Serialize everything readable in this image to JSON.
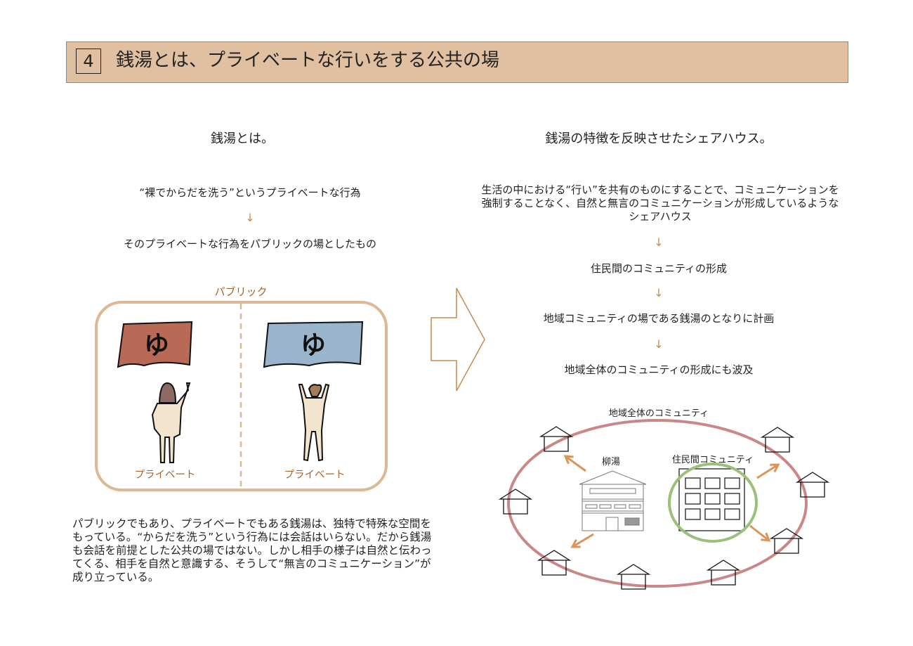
{
  "header": {
    "number": "4",
    "title": "銭湯とは、プライベートな行いをする公共の場"
  },
  "left": {
    "heading": "銭湯とは。",
    "line1": "“裸でからだを洗う”というプライベートな行為",
    "arrow": "↓",
    "line2": "そのプライベートな行為をパブリックの場としたもの",
    "public_label": "パブリック",
    "private_label_left": "プライベート",
    "private_label_right": "プライベート",
    "banner_glyph": "ゆ",
    "paragraph": "パブリックでもあり、プライベートでもある銭湯は、独特で特殊な空間をもっている。“からだを洗う”という行為には会話はいらない。だから銭湯も会話を前提とした公共の場ではない。しかし相手の様子は自然と伝わってくる、相手を自然と意識する、そうして“無言のコミュニケーション”が成り立っている。"
  },
  "right": {
    "heading": "銭湯の特徴を反映させたシェアハウス。",
    "paragraph": "生活の中における“行い”を共有のものにすることで、コミュニケーションを強制することなく、自然と無言のコミュニケーションが形成しているようなシェアハウス",
    "arrow": "↓",
    "step1": "住民間のコミュニティの形成",
    "step2": "地域コミュニティの場である銭湯のとなりに計画",
    "step3": "地域全体のコミュニティの形成にも波及",
    "diagram": {
      "outer_label": "地域全体のコミュニティ",
      "bathhouse_label": "柳湯",
      "inner_label": "住民間コミュニティ"
    }
  },
  "colors": {
    "header_bg": "#e0c0a1",
    "accent": "#c98a4e",
    "outer_ring": "#c47a7a",
    "inner_ring": "#9cc07a",
    "red_banner": "#b86a56",
    "blue_banner": "#9ab4cc"
  }
}
